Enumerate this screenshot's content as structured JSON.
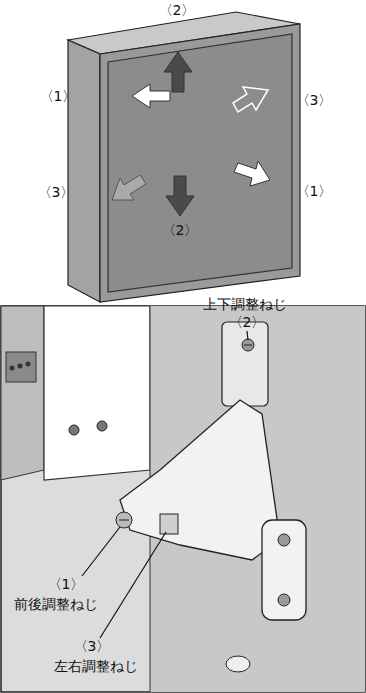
{
  "diagram": {
    "labels": [
      "〈2〉",
      "〈1〉",
      "〈3〉",
      "〈3〉",
      "〈1〉",
      "〈2〉",
      "上下調整ねじ",
      "〈2〉",
      "〈1〉",
      "前後調整ねじ",
      "〈3〉",
      "左右調整ねじ"
    ]
  }
}
